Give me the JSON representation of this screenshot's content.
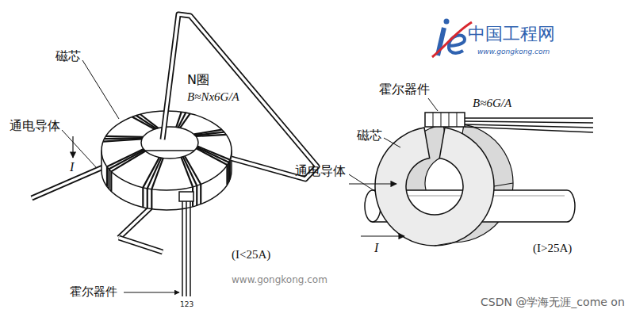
{
  "diagram": {
    "labels": [
      "中国工程网",
      "www.gongkong.com",
      "磁芯",
      "N圈",
      "B≈Nx6G/A",
      "通电导体",
      "I",
      "霍尔器件",
      "B≈6G/A",
      "磁芯",
      "通电导体",
      "(I<25A)",
      "I",
      "(I>25A)",
      "www.gongkong.com",
      "霍尔器件",
      "123",
      "CSDN @学海无涯_come on"
    ]
  }
}
